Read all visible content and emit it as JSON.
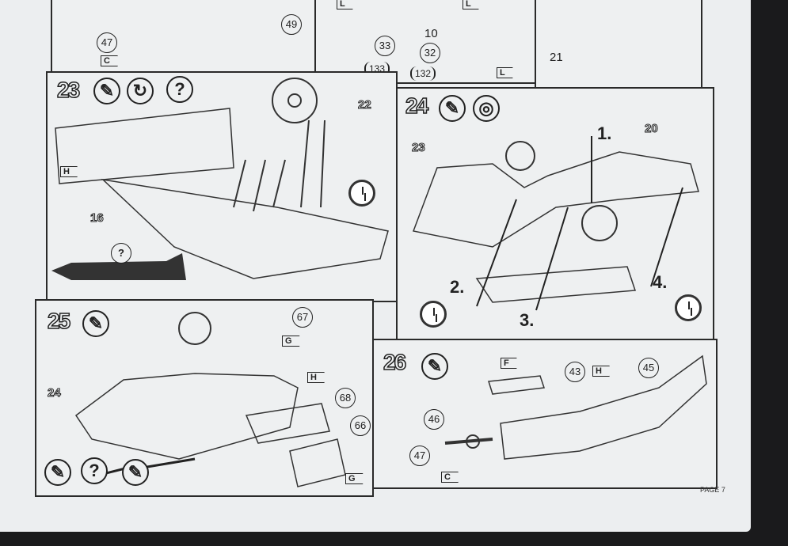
{
  "page_label": "PAGE 7",
  "top_row": {
    "callouts": [
      "47",
      "49",
      "33",
      "32",
      "21"
    ],
    "plain_numbers": [
      "10"
    ],
    "paren_parts": [
      "133",
      "132"
    ],
    "tags": [
      "C",
      "L",
      "L",
      "L"
    ]
  },
  "step23": {
    "number": "23",
    "icons": [
      "glue-icon",
      "bend-icon",
      "?"
    ],
    "parts": [
      "22",
      "16"
    ],
    "tags": [
      "H"
    ],
    "question": "?"
  },
  "step24": {
    "number": "24",
    "icons": [
      "glue-icon",
      "tape-icon"
    ],
    "parts": [
      "23",
      "20"
    ],
    "order": [
      "1.",
      "2.",
      "3.",
      "4."
    ]
  },
  "step25": {
    "number": "25",
    "icons": [
      "glue-icon"
    ],
    "callouts": [
      "67",
      "68",
      "66"
    ],
    "parts": [
      "24"
    ],
    "tags": [
      "G",
      "H",
      "G"
    ],
    "question": "?"
  },
  "step26": {
    "number": "26",
    "icons": [
      "glue-icon"
    ],
    "callouts": [
      "43",
      "45",
      "46",
      "47"
    ],
    "tags": [
      "F",
      "H",
      "C"
    ]
  }
}
